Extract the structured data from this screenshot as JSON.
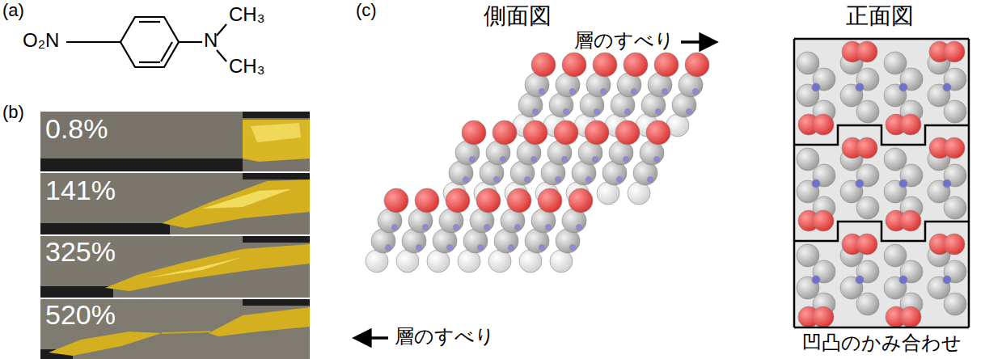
{
  "diagram": {
    "labels": [
      "(a)",
      "O₂N",
      "N",
      "CH₃",
      "CH₃",
      "(b)",
      "0.8%",
      "141%",
      "325%",
      "520%",
      "(c)",
      "側面図",
      "層のすべり",
      "層のすべり",
      "正面図",
      "凹凸のかみ合わせ"
    ]
  }
}
